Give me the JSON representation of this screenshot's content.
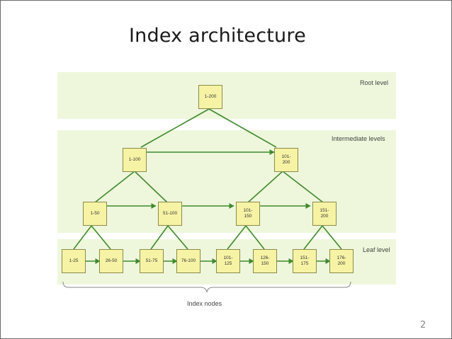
{
  "slide": {
    "title": "Index architecture",
    "page_number": "2"
  },
  "levels": {
    "root": "Root level",
    "intermediate": "Intermediate levels",
    "leaf": "Leaf level"
  },
  "nodes": {
    "root": "1-200",
    "l1": [
      "1-100",
      "101-\n200"
    ],
    "l2": [
      "1-50",
      "51-100",
      "101-\n150",
      "151-\n200"
    ],
    "leaf": [
      "1-25",
      "26-50",
      "51-75",
      "76-100",
      "101-\n125",
      "126-\n150",
      "151-\n175",
      "176-\n200"
    ]
  },
  "caption": "Index nodes",
  "colors": {
    "band": "#eef7dc",
    "node_fill": "#f7f3a5",
    "connector": "#3f8a2c"
  }
}
